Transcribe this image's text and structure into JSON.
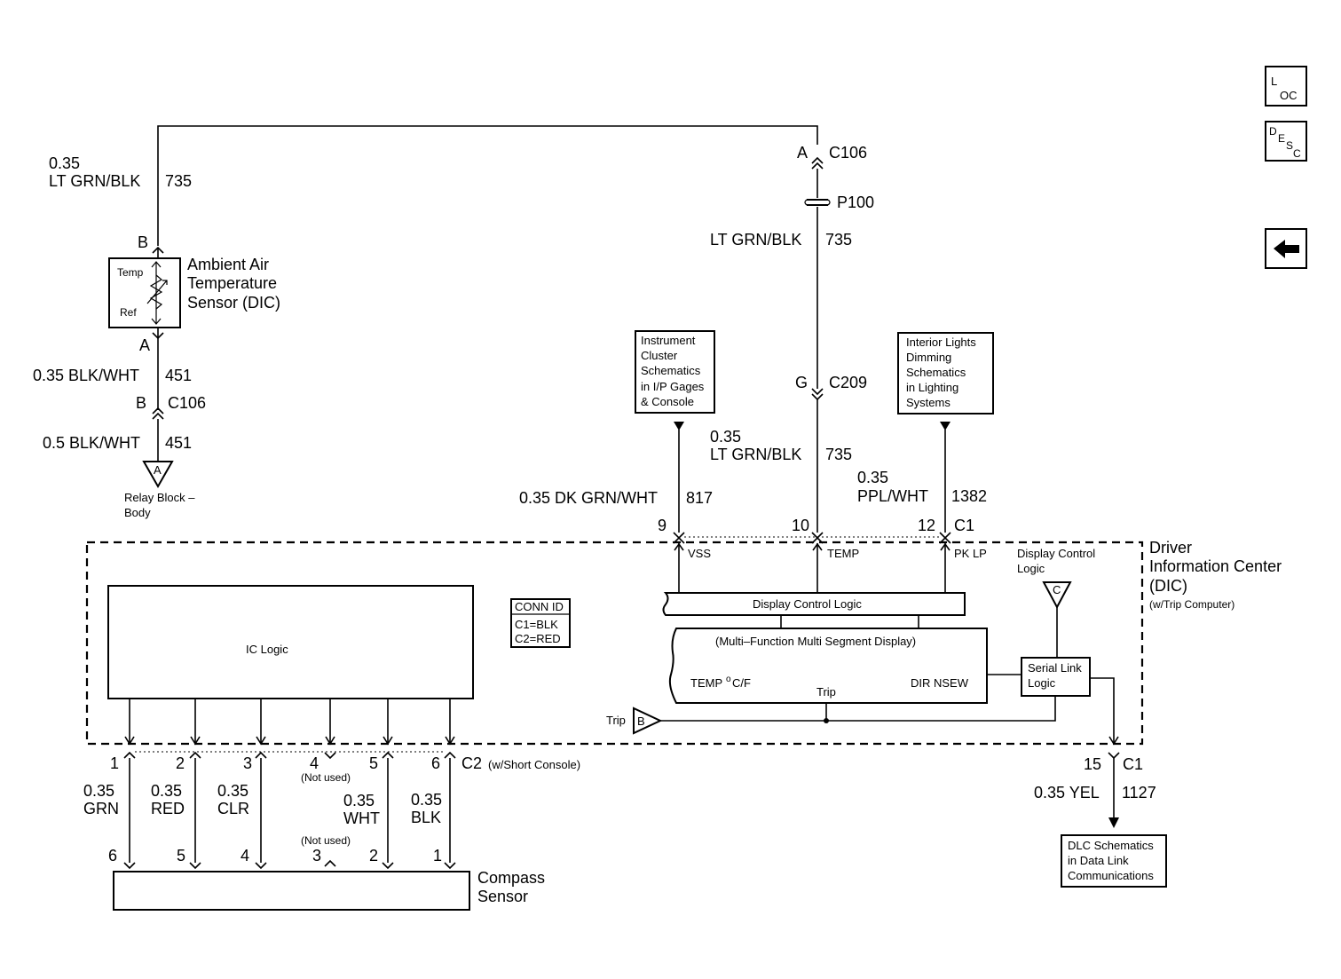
{
  "nav": {
    "loc": {
      "main": "L",
      "sub": "OC"
    },
    "desc": {
      "a": "D",
      "b": "E",
      "c": "S",
      "d": "C"
    }
  },
  "top": {
    "wire_size": "0.35",
    "wire_color": "LT GRN/BLK",
    "circuit": "735",
    "c106_pin": "A",
    "c106": "C106",
    "p100": "P100",
    "wire2_color": "LT GRN/BLK",
    "wire2_circuit": "735",
    "c209_pin": "G",
    "c209": "C209",
    "wire3_size": "0.35",
    "wire3_color": "LT GRN/BLK",
    "wire3_circuit": "735"
  },
  "sensor": {
    "pin_b": "B",
    "temp": "Temp",
    "ref": "Ref",
    "name_l1": "Ambient Air",
    "name_l2": "Temperature",
    "name_l3": "Sensor (DIC)",
    "pin_a": "A",
    "wire_a": "0.35 BLK/WHT",
    "circuit_a": "451",
    "c106_pin": "B",
    "c106": "C106",
    "wire_b": "0.5 BLK/WHT",
    "circuit_b": "451",
    "ground_letter": "A",
    "relay_l1": "Relay Block –",
    "relay_l2": "Body"
  },
  "refs": {
    "ic_l1": "Instrument",
    "ic_l2": "Cluster",
    "ic_l3": "Schematics",
    "ic_l4": "in I/P Gages",
    "ic_l5": "& Console",
    "il_l1": "Interior Lights",
    "il_l2": "Dimming",
    "il_l3": "Schematics",
    "il_l4": "in Lighting",
    "il_l5": "Systems",
    "dlc_l1": "DLC Schematics",
    "dlc_l2": "in Data Link",
    "dlc_l3": "Communications"
  },
  "c1": {
    "w817": "0.35 DK GRN/WHT",
    "c817": "817",
    "p9": "9",
    "p10": "10",
    "w1382_size": "0.35",
    "w1382_color": "PPL/WHT",
    "c1382": "1382",
    "p12": "12",
    "name": "C1",
    "vss": "VSS",
    "temp": "TEMP",
    "pklp": "PK LP"
  },
  "dic": {
    "name_l1": "Driver",
    "name_l2": "Information Center",
    "name_l3": "(DIC)",
    "name_l4": "(w/Trip Computer)",
    "dcl_label_l1": "Display Control",
    "dcl_label_l2": "Logic",
    "dcl_ground": "C",
    "dcl_box": "Display Control Logic",
    "mfd": "(Multi–Function Multi Segment Display)",
    "temp_cf": "TEMP",
    "temp_deg": "o",
    "temp_cf2": " C/F",
    "trip_mid": "Trip",
    "dir": "DIR NSEW",
    "serial_l1": "Serial Link",
    "serial_l2": "Logic",
    "trip_in": "Trip",
    "trip_letter": "B",
    "ic_logic": "IC Logic",
    "conn_id": "CONN ID",
    "c1_blk": "C1=BLK",
    "c2_red": "C2=RED"
  },
  "c2": {
    "p1": "1",
    "p2": "2",
    "p3": "3",
    "p4": "4",
    "p5": "5",
    "p6": "6",
    "name": "C2",
    "note": "(w/Short Console)",
    "not_used_top": "(Not used)",
    "not_used_bot": "(Not used)",
    "grn_s": "0.35",
    "grn": "GRN",
    "red_s": "0.35",
    "red": "RED",
    "clr_s": "0.35",
    "clr": "CLR",
    "wht_s": "0.35",
    "wht": "WHT",
    "blk_s": "0.35",
    "blk": "BLK"
  },
  "compass": {
    "p6": "6",
    "p5": "5",
    "p4": "4",
    "p3": "3",
    "p2": "2",
    "p1": "1",
    "name_l1": "Compass",
    "name_l2": "Sensor"
  },
  "dlc": {
    "pin": "15",
    "conn": "C1",
    "wire": "0.35 YEL",
    "circuit": "1127"
  }
}
